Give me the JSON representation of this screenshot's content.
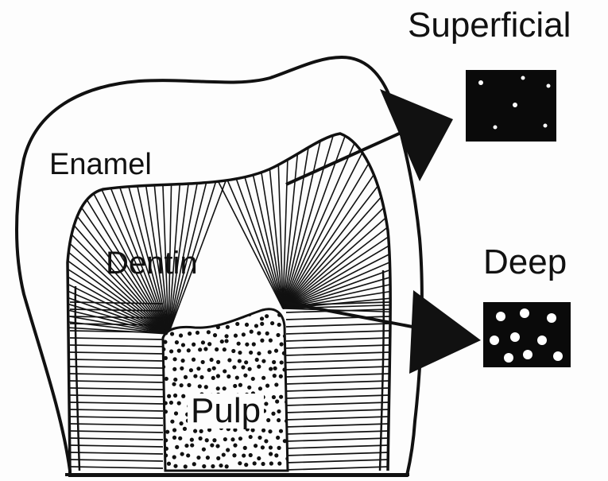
{
  "labels": {
    "enamel": "Enamel",
    "dentin": "Dentin",
    "pulp": "Pulp",
    "superficial": "Superficial",
    "deep": "Deep"
  },
  "colors": {
    "ink": "#111111",
    "paper": "#fdfdfd"
  }
}
